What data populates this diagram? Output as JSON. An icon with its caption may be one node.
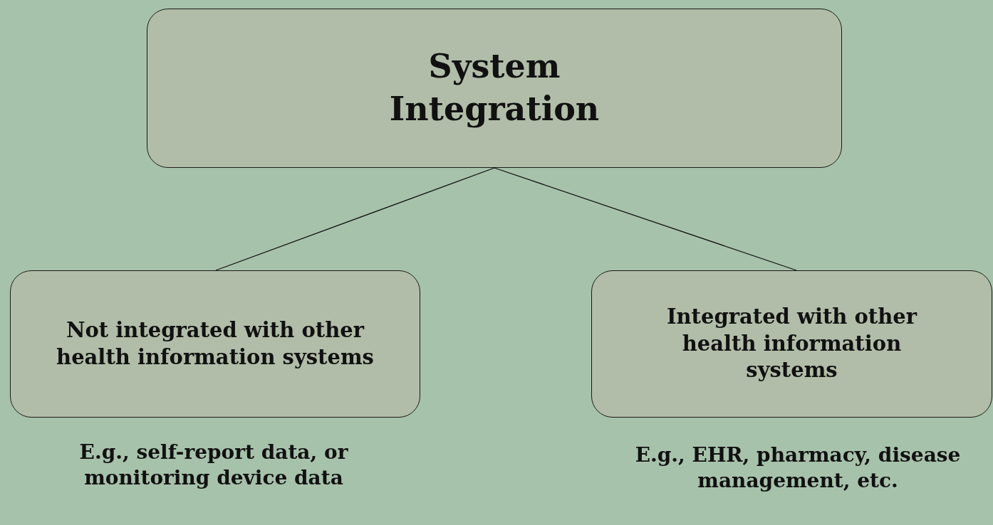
{
  "diagram": {
    "nodes": [
      {
        "text": [
          "System Integration"
        ]
      },
      {
        "text": [
          "Not integrated with other health information systems"
        ],
        "beside": [
          "E.g., self-report data, or monitoring device data"
        ]
      },
      {
        "text": [
          "Integrated with other health information systems"
        ],
        "beside": [
          "E.g., EHR, pharmacy, disease management, etc."
        ]
      }
    ],
    "edges": [
      {
        "from": 0,
        "to": 1,
        "arrow": "none"
      },
      {
        "from": 0,
        "to": 2,
        "arrow": "none"
      }
    ]
  }
}
